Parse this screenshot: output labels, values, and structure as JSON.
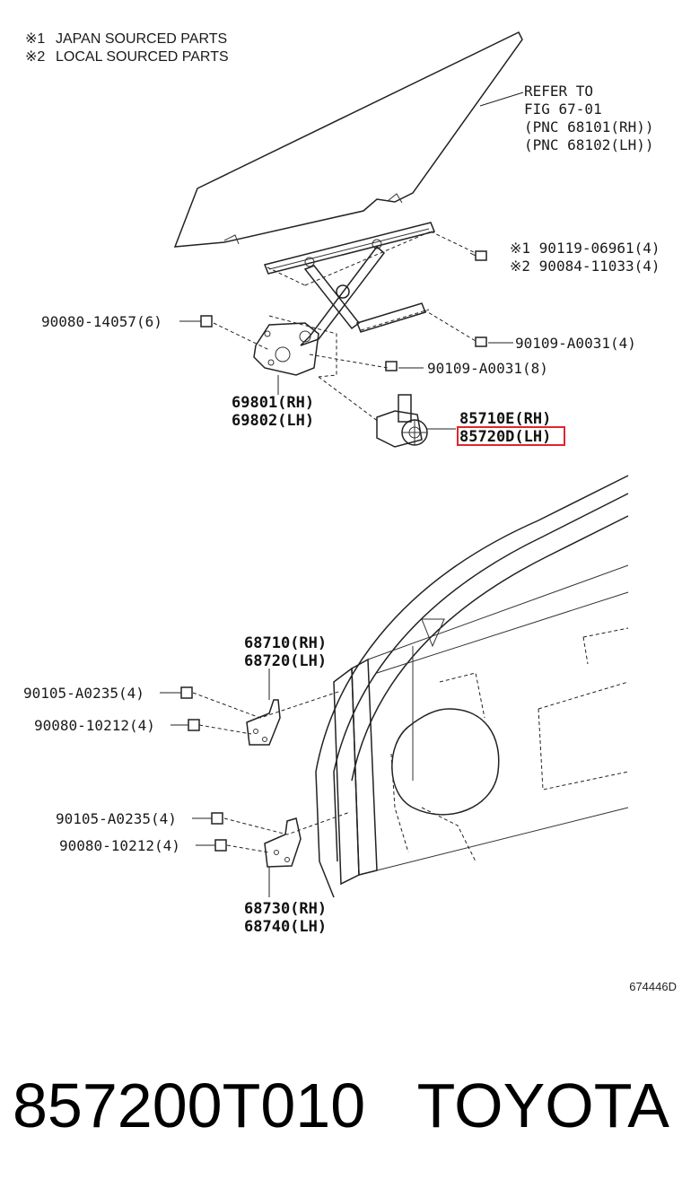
{
  "notes": [
    {
      "mark": "※1",
      "text": "JAPAN SOURCED PARTS"
    },
    {
      "mark": "※2",
      "text": "LOCAL SOURCED PARTS"
    }
  ],
  "refer": {
    "line1": "REFER TO",
    "line2": "FIG 67-01",
    "line3": "(PNC 68101(RH))",
    "line4": "(PNC 68102(LH))"
  },
  "callouts": {
    "bolt_90119": "※1 90119-06961(4)",
    "bolt_90084": "※2 90084-11033(4)",
    "bolt_90080_14057": "90080-14057(6)",
    "bolt_90109_4": "90109-A0031(4)",
    "bolt_90109_8": "90109-A0031(8)",
    "regulator_rh": "69801(RH)",
    "regulator_lh": "69802(LH)",
    "motor_rh": "85710E(RH)",
    "motor_lh": "85720D(LH)",
    "upper_hinge_rh": "68710(RH)",
    "upper_hinge_lh": "68720(LH)",
    "upper_bolt_a": "90105-A0235(4)",
    "upper_bolt_b": "90080-10212(4)",
    "lower_bolt_a": "90105-A0235(4)",
    "lower_bolt_b": "90080-10212(4)",
    "lower_hinge_rh": "68730(RH)",
    "lower_hinge_lh": "68740(LH)"
  },
  "figure_code": "674446D",
  "footer": {
    "part_number": "857200T010",
    "brand": "TOYOTA"
  },
  "colors": {
    "highlight": "#e0252b",
    "line": "#222222"
  }
}
